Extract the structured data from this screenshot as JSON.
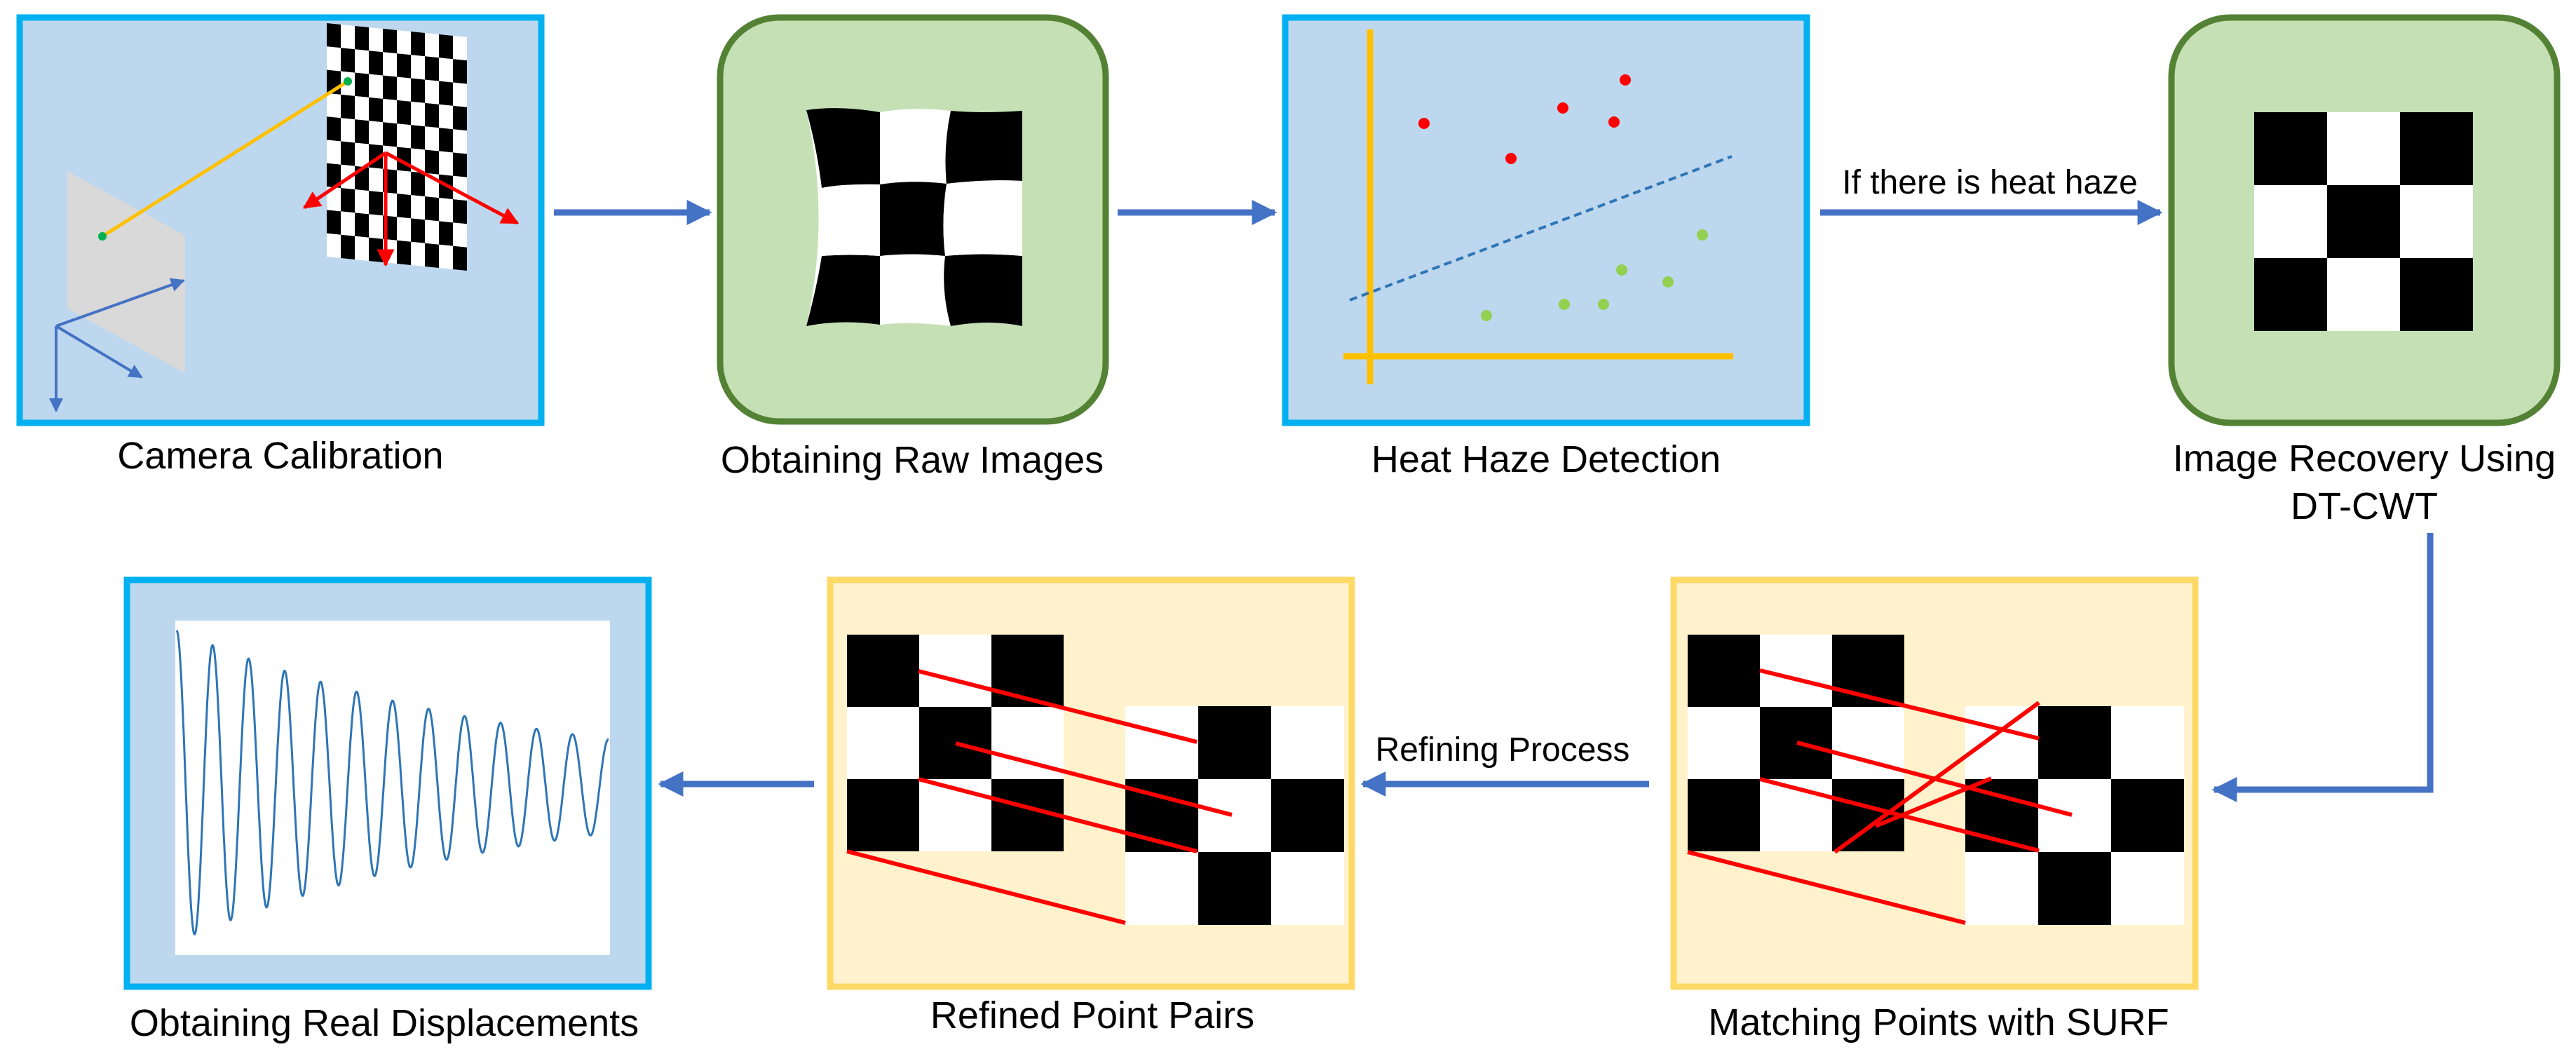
{
  "steps": {
    "camera_calibration": "Camera Calibration",
    "raw_images": "Obtaining Raw Images",
    "heat_haze_detection": "Heat Haze Detection",
    "image_recovery_line1": "Image Recovery Using",
    "image_recovery_line2": "DT-CWT",
    "matching_points": "Matching Points with SURF",
    "refined_pairs": "Refined Point Pairs",
    "real_displacements": "Obtaining Real Displacements"
  },
  "arrows": {
    "heat_haze_condition": "If there is heat haze",
    "refining_process": "Refining Process"
  },
  "colors": {
    "blue_panel_fill": "#bdd7ee",
    "blue_panel_border": "#00b0f0",
    "green_panel_fill": "#c5e0b4",
    "green_panel_border": "#548235",
    "yellow_panel_fill": "#fff2cc",
    "yellow_panel_border": "#ffd966",
    "arrow": "#4472c4",
    "match_line": "#ff0000",
    "axis": "#ffc000",
    "hazy_point": "#ff0000",
    "clear_point": "#92d050",
    "signal": "#2e75b6"
  }
}
